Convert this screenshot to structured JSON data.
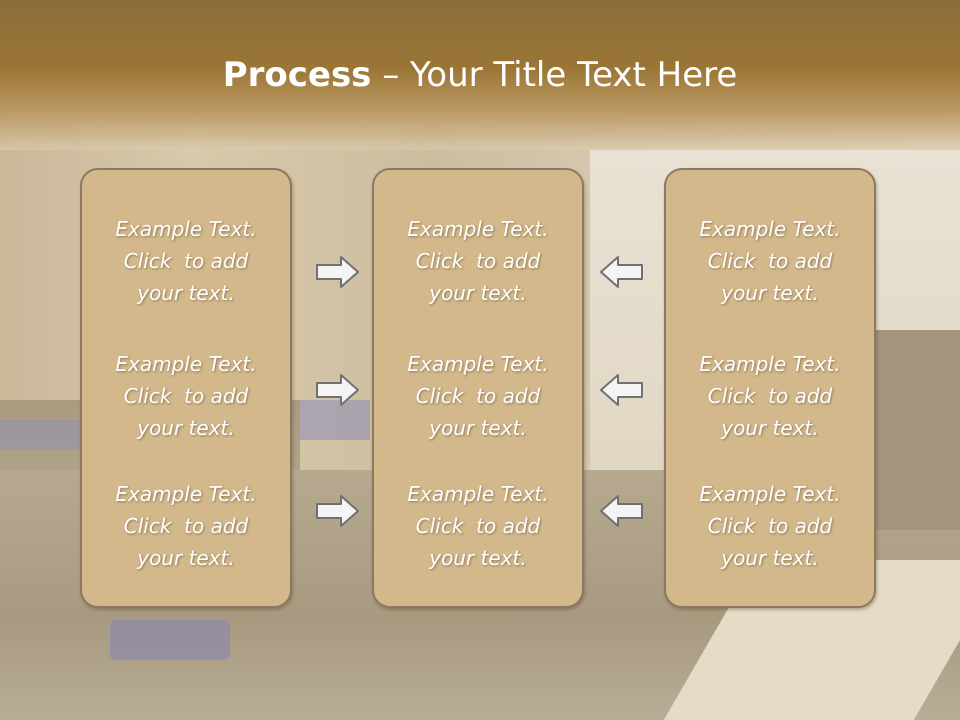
{
  "title": {
    "bold": "Process",
    "rest": " – Your Title Text Here"
  },
  "panels": [
    {
      "items": [
        {
          "line1": "Example Text.",
          "line2": "Click  to add",
          "line3": "your text."
        },
        {
          "line1": "Example Text.",
          "line2": "Click  to add",
          "line3": "your text."
        },
        {
          "line1": "Example Text.",
          "line2": "Click  to add",
          "line3": "your text."
        }
      ]
    },
    {
      "items": [
        {
          "line1": "Example Text.",
          "line2": "Click  to add",
          "line3": "your text."
        },
        {
          "line1": "Example Text.",
          "line2": "Click  to add",
          "line3": "your text."
        },
        {
          "line1": "Example Text.",
          "line2": "Click  to add",
          "line3": "your text."
        }
      ]
    },
    {
      "items": [
        {
          "line1": "Example Text.",
          "line2": "Click  to add",
          "line3": "your text."
        },
        {
          "line1": "Example Text.",
          "line2": "Click  to add",
          "line3": "your text."
        },
        {
          "line1": "Example Text.",
          "line2": "Click  to add",
          "line3": "your text."
        }
      ]
    }
  ],
  "arrows": {
    "left_column": "arrow-right-icon",
    "right_column": "arrow-left-icon"
  },
  "colors": {
    "header": "#9a7535",
    "panel_fill": "#d2b88b",
    "panel_border": "#8a7a62",
    "text": "#ffffff"
  }
}
